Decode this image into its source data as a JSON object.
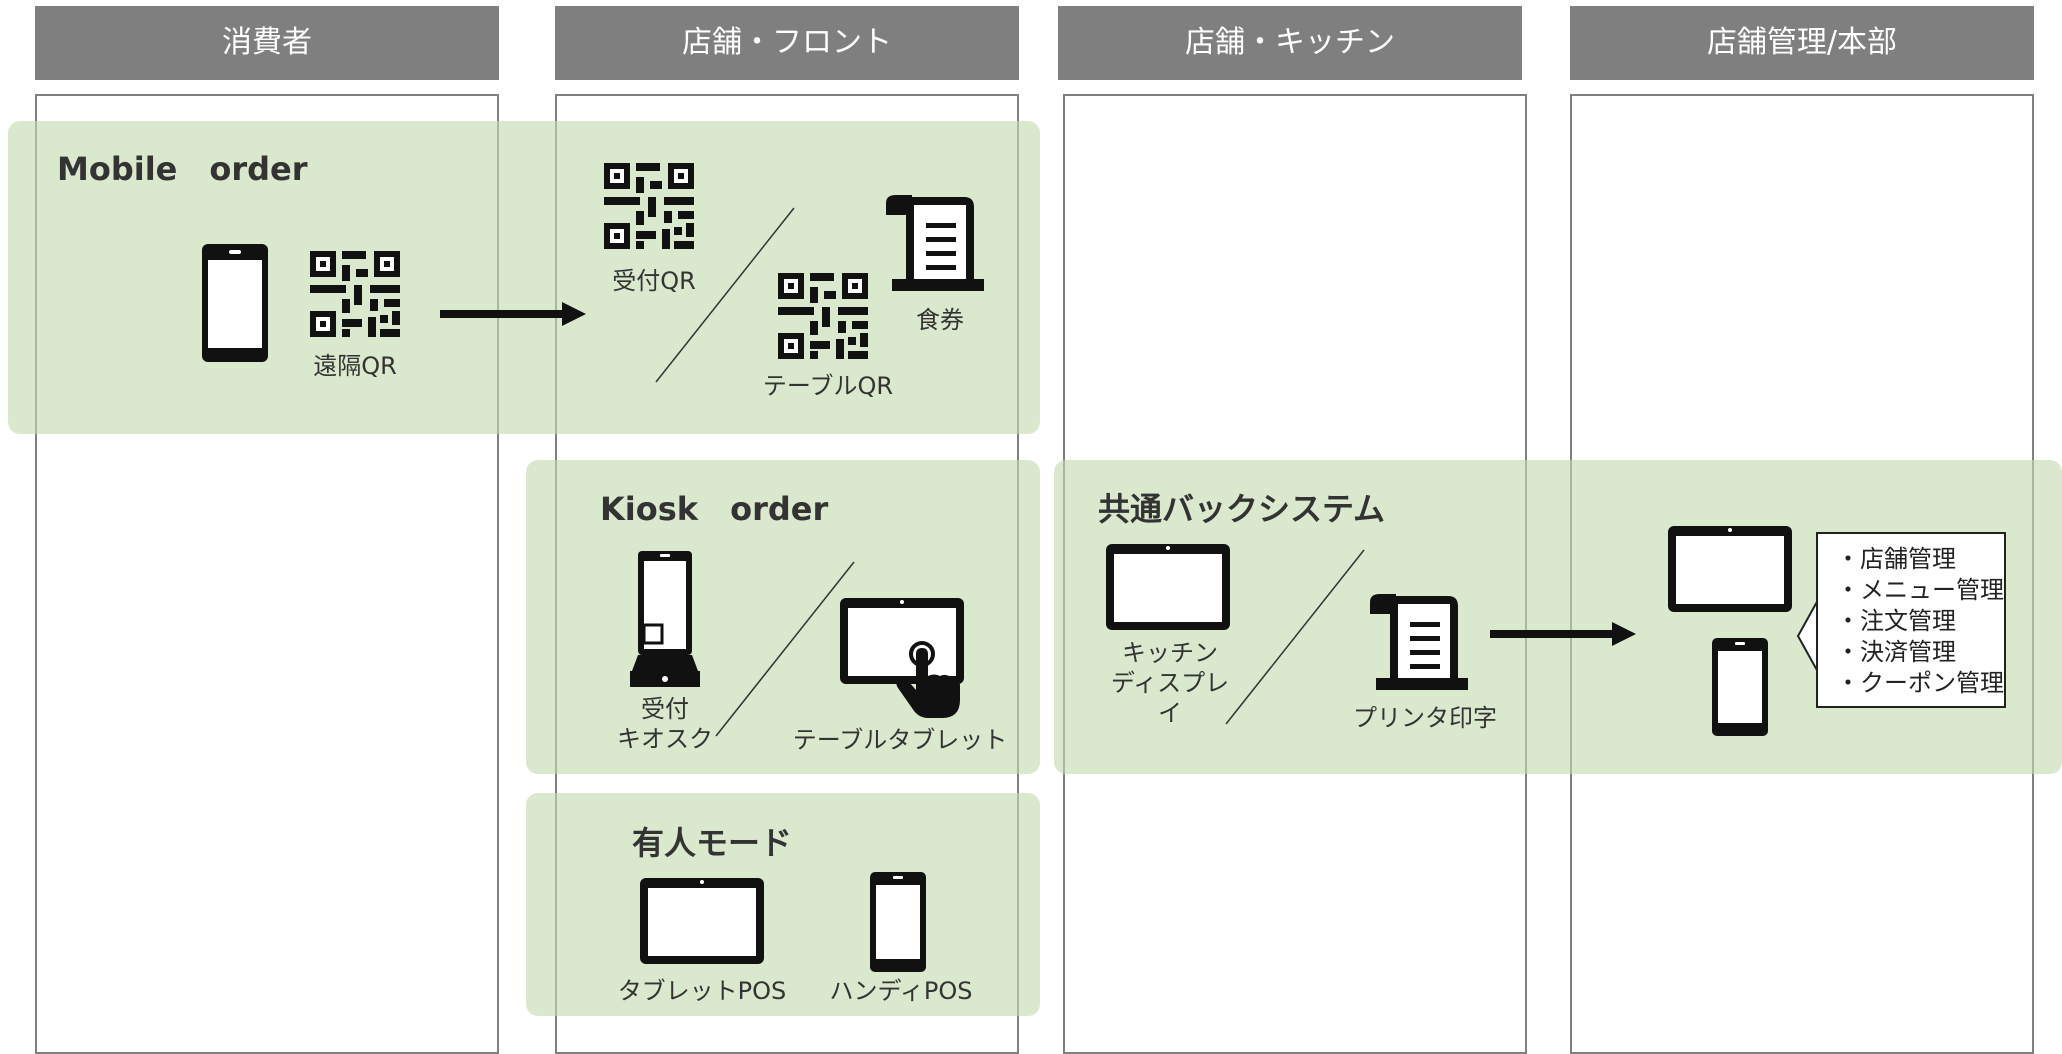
{
  "columns": [
    "消費者",
    "店舗・フロント",
    "店舗・キッチン",
    "店舗管理/本部"
  ],
  "panels": {
    "mobile": {
      "title": "Mobile　order"
    },
    "kiosk": {
      "title": "Kiosk　order"
    },
    "staffed": {
      "title": "有人モード"
    },
    "backend": {
      "title": "共通バックシステム"
    }
  },
  "labels": {
    "remote_qr": "遠隔QR",
    "reception_qr": "受付QR",
    "table_qr": "テーブルQR",
    "meal_ticket": "食券",
    "reception_kiosk": "受付\nキオスク",
    "table_tablet": "テーブルタブレット",
    "tablet_pos": "タブレットPOS",
    "handy_pos": "ハンディPOS",
    "kitchen_display": "キッチン\nディスプレイ",
    "printer_output": "プリンタ印字"
  },
  "management_items": [
    "・店舗管理",
    "・メニュー管理",
    "・注文管理",
    "・決済管理",
    "・クーポン管理"
  ]
}
